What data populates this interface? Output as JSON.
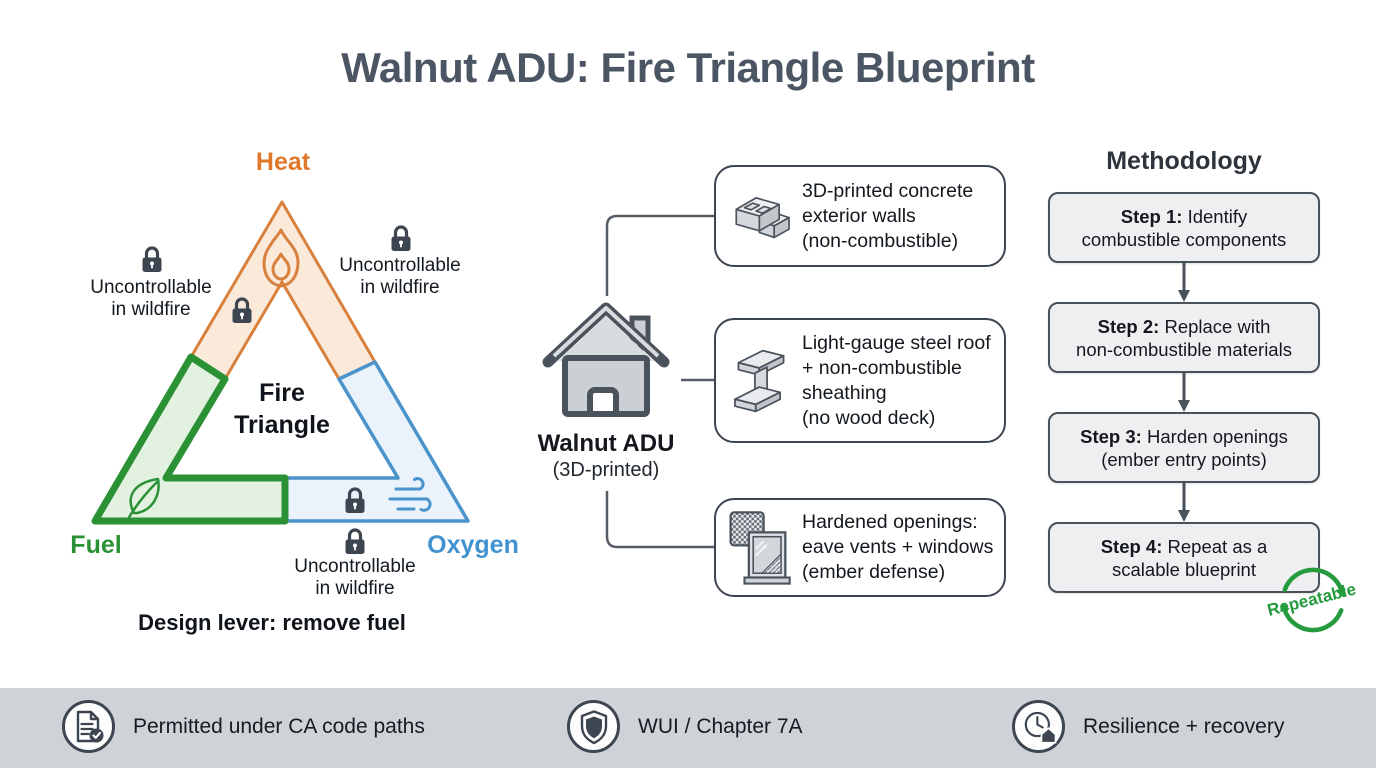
{
  "header": {
    "title": "Walnut ADU: Fire Triangle Blueprint"
  },
  "triangle": {
    "heat_label": "Heat",
    "fuel_label": "Fuel",
    "oxygen_label": "Oxygen",
    "center_line1": "Fire",
    "center_line2": "Triangle",
    "design_lever": "Design lever: remove fuel",
    "uncontrollable_left_line1": "Uncontrollable",
    "uncontrollable_left_line2": "in wildfire",
    "uncontrollable_right_line1": "Uncontrollable",
    "uncontrollable_right_line2": "in wildfire",
    "uncontrollable_bottom_line1": "Uncontrollable",
    "uncontrollable_bottom_line2": "in wildfire"
  },
  "adu": {
    "name": "Walnut ADU",
    "subtitle": "(3D-printed)",
    "cards": [
      {
        "icon": "concrete-blocks",
        "lines": [
          "3D-printed concrete",
          "exterior walls",
          "(non-combustible)"
        ]
      },
      {
        "icon": "steel-beam",
        "lines": [
          "Light-gauge steel roof",
          "+ non-combustible",
          "sheathing",
          "(no wood deck)"
        ]
      },
      {
        "icon": "vent-window",
        "lines": [
          "Hardened openings:",
          "eave vents + windows",
          "(ember defense)"
        ]
      }
    ]
  },
  "methodology": {
    "title": "Methodology",
    "steps": [
      {
        "label": "Step 1:",
        "rest1": " Identify",
        "line2": "combustible components"
      },
      {
        "label": "Step 2:",
        "rest1": " Replace with",
        "line2": "non-combustible materials"
      },
      {
        "label": "Step 3:",
        "rest1": " Harden openings",
        "line2": "(ember entry points)"
      },
      {
        "label": "Step 4:",
        "rest1": " Repeat as a",
        "line2": "scalable blueprint"
      }
    ],
    "stamp": "Repeatable"
  },
  "footer": {
    "items": [
      {
        "icon": "document-check",
        "label": "Permitted under CA code paths"
      },
      {
        "icon": "shield",
        "label": "WUI / Chapter 7A"
      },
      {
        "icon": "clock-house",
        "label": "Resilience + recovery"
      }
    ]
  },
  "colors": {
    "heat": "#d8813e",
    "heat_fill": "#fbe9d9",
    "fuel": "#2a9235",
    "fuel_fill": "#e3f1e0",
    "oxygen": "#4b94cb",
    "oxygen_fill": "#eaf3fb",
    "dark": "#3d4650",
    "ink": "#13181e",
    "title": "#4b5563",
    "footer_bg": "#ced3d8",
    "step_bg": "#efeff1",
    "repeat_green": "#259b3e",
    "connector": "#565d66"
  }
}
